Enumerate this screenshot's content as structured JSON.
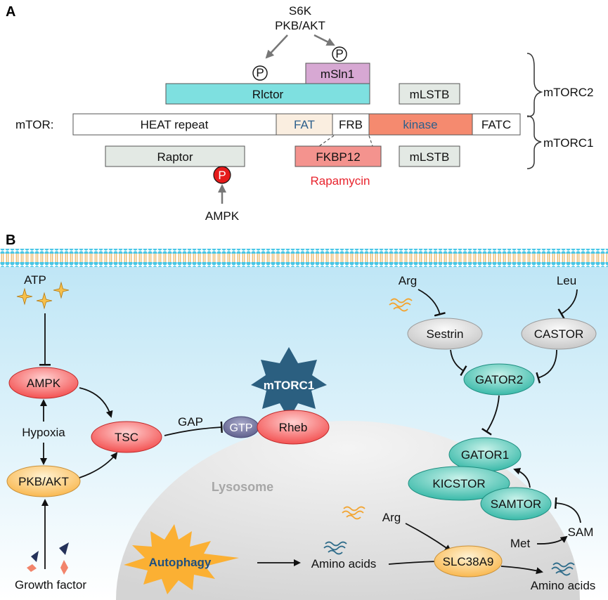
{
  "panel_a": {
    "label": "A",
    "mtor_label": "mTOR:",
    "domains": {
      "heat": "HEAT repeat",
      "fat": "FAT",
      "frb": "FRB",
      "kinase": "kinase",
      "fatc": "FATC"
    },
    "rictor": "Rlctor",
    "msin1": "mSln1",
    "mlstb_top": "mLSTB",
    "mlstb_bottom": "mLSTB",
    "raptor": "Raptor",
    "fkbp12": "FKBP12",
    "rapamycin": "Rapamycin",
    "s6k": "S6K",
    "pkb_akt": "PKB/AKT",
    "ampk": "AMPK",
    "phospho": "P",
    "mtorc2": "mTORC2",
    "mtorc1": "mTORC1",
    "colors": {
      "rictor": "#7ee0e0",
      "msin1": "#d7a8d3",
      "mlst8": "#e3e9e4",
      "raptor": "#e3e9e4",
      "fat": "#faeee0",
      "kinase": "#f58a6f",
      "fkbp12": "#f4938e",
      "rapamycin": "#e8232d",
      "phospho_red": "#e51b1b"
    }
  },
  "panel_b": {
    "label": "B",
    "atp": "ATP",
    "ampk": "AMPK",
    "hypoxia": "Hypoxia",
    "pkb_akt": "PKB/AKT",
    "tsc": "TSC",
    "gap": "GAP",
    "gtp": "GTP",
    "rheb": "Rheb",
    "mtorc1": "mTORC1",
    "lysosome": "Lysosome",
    "autophagy": "Autophagy",
    "amino_acids_inner": "Amino acids",
    "arg_inner": "Arg",
    "slc38a9": "SLC38A9",
    "amino_acids_outer": "Amino acids",
    "growth_factor": "Growth factor",
    "arg_top": "Arg",
    "leu": "Leu",
    "sestrin": "Sestrin",
    "castor": "CASTOR",
    "gator2": "GATOR2",
    "gator1": "GATOR1",
    "kicstor": "KICSTOR",
    "samtor": "SAMTOR",
    "sam": "SAM",
    "met": "Met",
    "colors": {
      "cytosol_top": "#bfe6f6",
      "red_oval": "#f45a5a",
      "orange_oval": "#fbc266",
      "teal_oval": "#47c3b3",
      "gray_oval": "#d6d6d6",
      "gtp": "#6d6e9a",
      "mtorc1_star": "#2b5f80",
      "autophagy_burst": "#fbb033",
      "lysosome": "#dfdfdf",
      "membrane_head": "#48c6e6",
      "membrane_tail": "#f2c478"
    }
  }
}
